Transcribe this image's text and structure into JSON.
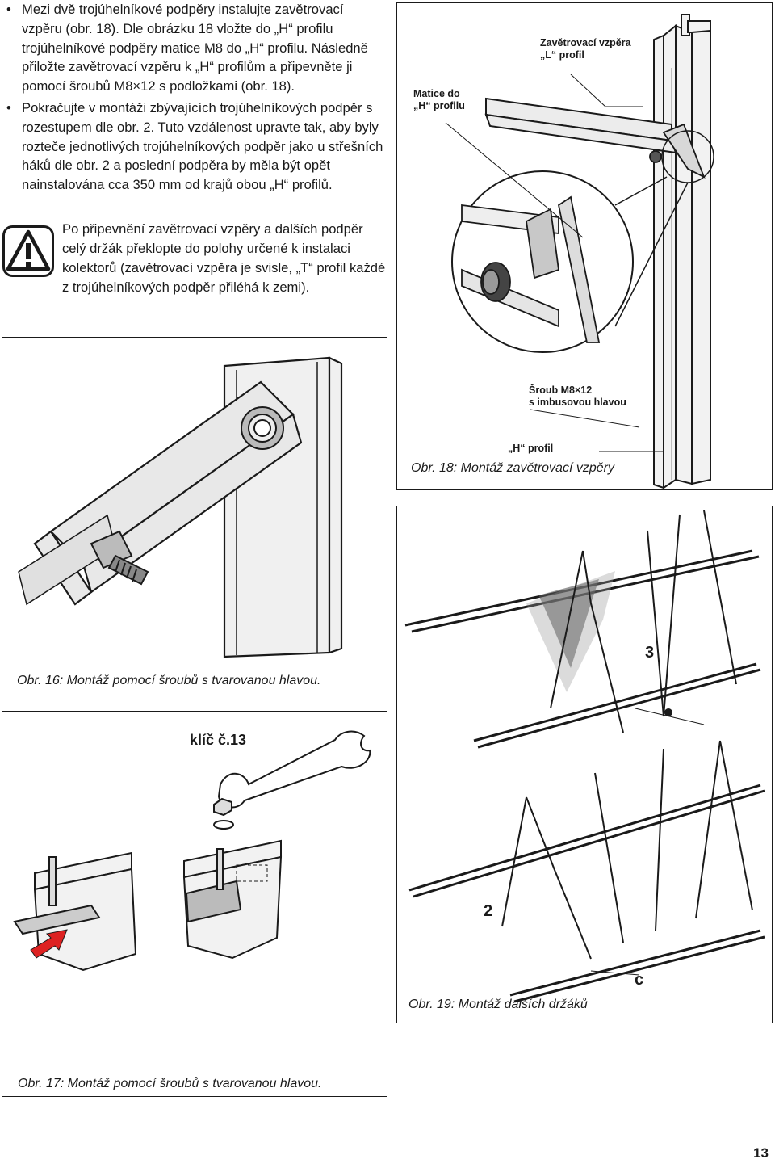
{
  "instructions": {
    "bullets": [
      "Mezi dvě trojúhelníkové podpěry instalujte zavětrovací vzpěru (obr. 18). Dle obrázku 18 vložte do „H“ profilu trojúhelníkové podpěry matice M8 do „H“ profilu. Následně přiložte zavětrovací vzpěru k „H“ profilům a připevněte ji pomocí šroubů M8×12 s podložkami (obr. 18).",
      "Pokračujte v montáži zbývajících trojúhelníkových podpěr s rozestupem dle obr. 2. Tuto vzdálenost upravte tak, aby byly rozteče jednotlivých trojúhelníkových podpěr jako u střešních háků dle obr. 2 a poslední podpěra by měla být opět nainstalována cca 350 mm od krajů obou „H“ profilů."
    ],
    "warning": "Po připevnění zavětrovací vzpěry a dalších podpěr celý držák překlopte do polohy určené k instalaci kolektorů (zavětrovací vzpěra je svisle, „T“ profil každé z trojúhelníkových podpěr přiléhá k zemi)."
  },
  "fig18": {
    "label_nut": [
      "Matice do",
      "„H“ profilu"
    ],
    "label_brace": [
      "Zavětrovací vzpěra",
      "„L“ profil"
    ],
    "label_bolt": [
      "Šroub M8×12",
      "s imbusovou hlavou"
    ],
    "label_h": "„H“ profil",
    "caption": "Obr. 18: Montáž zavětrovací vzpěry"
  },
  "fig16": {
    "caption": "Obr. 16: Montáž pomocí šroubů s tvarovanou hlavou."
  },
  "fig19": {
    "label_3": "3",
    "label_2": "2",
    "label_c": "c",
    "caption": "Obr. 19: Montáž dalších držáků"
  },
  "fig17": {
    "label_key": "klíč č.13",
    "caption": "Obr. 17: Montáž pomocí šroubů s tvarovanou hlavou."
  },
  "page_number": "13",
  "icons": [
    "warning-icon"
  ]
}
